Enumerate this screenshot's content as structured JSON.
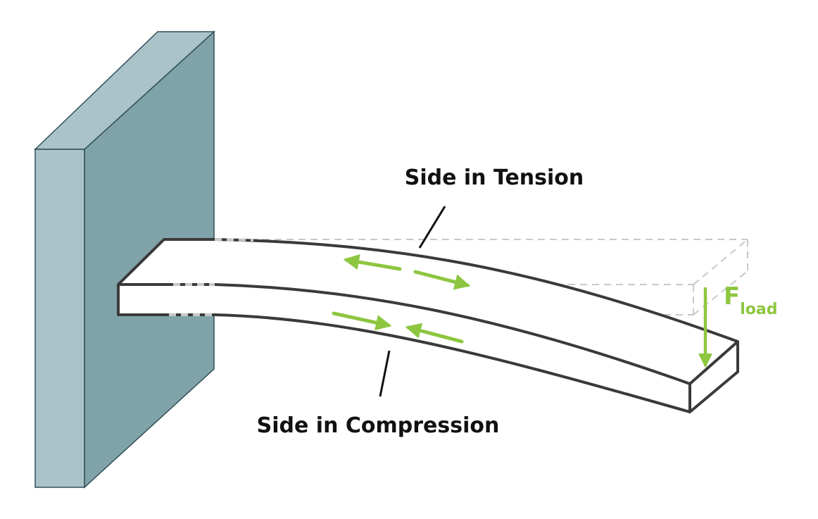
{
  "labels": {
    "tension": "Side in Tension",
    "compression": "Side in Compression",
    "force_symbol": "F",
    "force_subscript": "load"
  },
  "colors": {
    "wall_front": "#a9c3c9",
    "wall_side": "#7fa3a9",
    "wall_outline": "#2f4f55",
    "beam_outline": "#3a3a3a",
    "beam_fill": "#ffffff",
    "undeformed_outline": "#c8c8c8",
    "arrow": "#8dc63f",
    "text": "#111111"
  },
  "icons": {
    "tension_arrows": "arrows-pointing-apart",
    "compression_arrows": "arrows-pointing-together",
    "load_arrow": "down-arrow"
  }
}
